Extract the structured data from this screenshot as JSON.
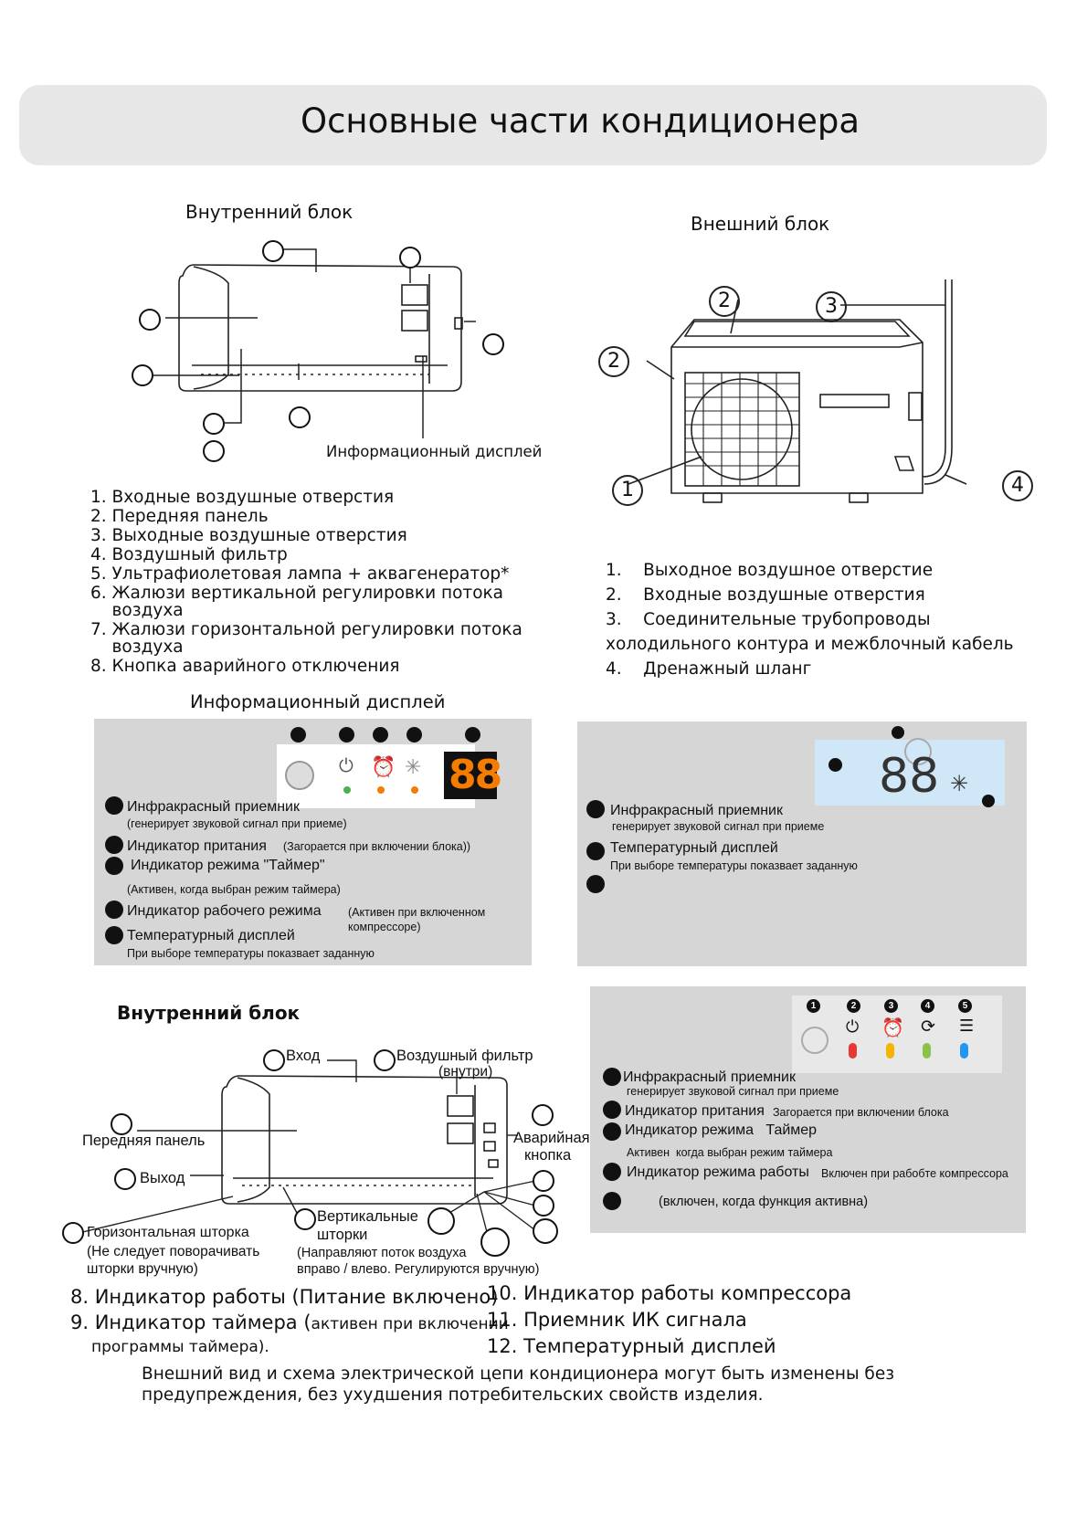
{
  "title": "Основные части кондиционера",
  "indoor_label": "Внутренний блок",
  "outdoor_label": "Внешний блок",
  "info_display_callout": "Информационный дисплей",
  "indoor_list": [
    "1. Входные воздушные отверстия",
    "2. Передняя панель",
    "3. Выходные воздушные отверстия",
    "4. Воздушный фильтр",
    "5. Ультрафиолетовая лампа + аквагенератор*",
    "6. Жалюзи вертикальной регулировки потока",
    "    воздуха",
    "7. Жалюзи горизонтальной регулировки потока",
    "    воздуха",
    "8. Кнопка аварийного отключения"
  ],
  "outdoor_list": [
    "1.    Выходное воздушное отверстие",
    "2.    Входные воздушные отверстия",
    "3.    Соединительные трубопроводы",
    "холодильного контура и межблочный кабель",
    "4.    Дренажный шланг"
  ],
  "outdoor_callouts": [
    "1",
    "2",
    "2",
    "3",
    "4"
  ],
  "display_heading": "Информационный дисплей",
  "panel1": {
    "seg_text": "88",
    "items": [
      {
        "main": "Инфракрасный приемник",
        "sub": "(генерирует звуковой сигнал при приеме)"
      },
      {
        "main": "Индикатор притания",
        "note": "(Загорается при включении блока))"
      },
      {
        "main": "Индикатор режима \"Таймер\"",
        "sub": "(Активен, когда выбран режим таймера)"
      },
      {
        "main": "Индикатор рабочего режима",
        "note": "(Активен при включенном",
        "note2": "компрессоре)"
      },
      {
        "main": "Температурный дисплей",
        "sub": "При выборе температуры показвает заданную"
      }
    ]
  },
  "panel2": {
    "seg_text": "88",
    "items": [
      {
        "main": "Инфракрасный приемник",
        "sub": "генерирует звуковой сигнал при приеме"
      },
      {
        "main": "Температурный дисплей",
        "sub": "При выборе температуры показвает заданную"
      }
    ]
  },
  "indoor2": {
    "heading": "Внутренний блок",
    "vhod": "Вход",
    "filter": "Воздушный фильтр",
    "filter_sub": "(внутри)",
    "front": "Передняя панель",
    "vyhod": "Выход",
    "emerg1": "Аварийная",
    "emerg2": "кнопка",
    "hor1": "Горизонтальная шторка",
    "hor2": "(Не следует поворачивать",
    "hor3": "шторки вручную)",
    "vert1": "Вертикальные",
    "vert2": "шторки",
    "vert3": "(Направляют поток воздуха",
    "vert4": "вправо / влево. Регулируются вручную)"
  },
  "panel3": {
    "nums": [
      "1",
      "2",
      "3",
      "4",
      "5"
    ],
    "led_colors": [
      "#e53935",
      "#f4b400",
      "#8bc34a",
      "#2196f3"
    ],
    "items": [
      {
        "main": "Инфракрасный приемник",
        "sub": "генерирует звуковой сигнал при приеме"
      },
      {
        "main": "Индикатор притания",
        "note": "Загорается при включении блока"
      },
      {
        "main": "Индикатор режима   Таймер",
        "sub": "Активен  когда выбран режим таймера"
      },
      {
        "main": "Индикатор режима работы",
        "note": "Включен при рабобте компрессора"
      },
      {
        "main": "",
        "note": "(включен, когда функция активна)"
      }
    ]
  },
  "bottom_list": {
    "i8": "8. Индикатор работы (Питание включено)",
    "i9a": "9. Индикатор таймера (",
    "i9b": "активен при включении",
    "i9c": "программы таймера).",
    "i10": "10. Индикатор работы компрессора",
    "i11": "11. Приемник ИК сигнала",
    "i12": "12. Температурный дисплей"
  },
  "footer1": "Внешний вид и схема электрической цепи кондиционера могут быть изменены без",
  "footer2": "предупреждения, без ухудшения потребительских свойств изделия.",
  "colors": {
    "panel": "#d6d6d6",
    "lcd": "#cfe7f7",
    "seg_red": "#f57c00",
    "title_bg": "#e7e7e7"
  }
}
